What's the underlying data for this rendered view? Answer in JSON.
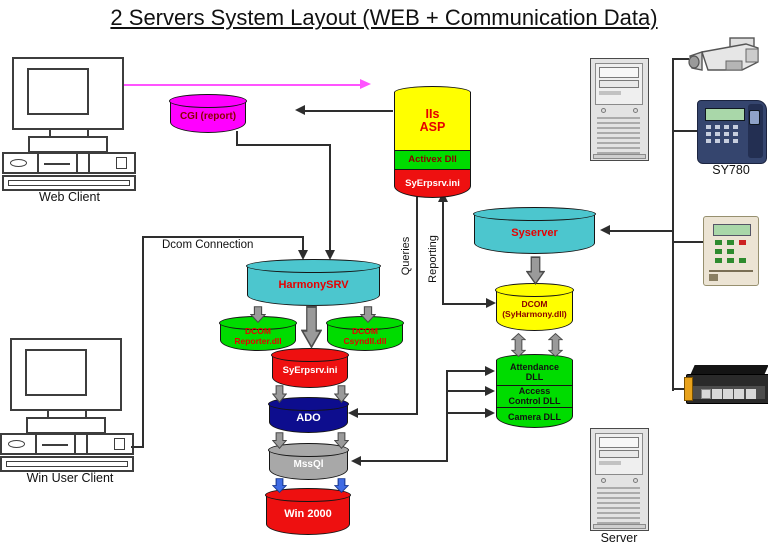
{
  "title": "2 Servers System Layout (WEB + Communication Data)",
  "left_column": {
    "web_client_label": "Web Client",
    "win_user_client_label": "Win User Client"
  },
  "nodes": {
    "cgi": {
      "label": "CGI (report)"
    },
    "iis_stack": {
      "top": "IIs\nASP",
      "middle": "Activex Dll",
      "bottom": "SyErpsrv.ini"
    },
    "harmonysrv": {
      "label": "HarmonySRV"
    },
    "dcom_reporter": {
      "label": "DCOM\nReporter.dll"
    },
    "dcom_csyndll": {
      "label": "DCOM\nCsyndll.dll"
    },
    "syerpsrv_ini": {
      "label": "SyErpsrv.ini"
    },
    "ado": {
      "label": "ADO"
    },
    "mssql": {
      "label": "MssQl"
    },
    "win2000": {
      "label": "Win 2000"
    },
    "syserver": {
      "label": "Syserver"
    },
    "dcom_syharmony": {
      "label": "DCOM\n(SyHarmony.dll)"
    },
    "dll_stack": {
      "attendance": "Attendance\nDLL",
      "access": "Access\nControl DLL",
      "camera": "Camera DLL"
    }
  },
  "edges": {
    "dcom_connection": "Dcom Connection",
    "queries": "Queries",
    "reporting": "Reporting"
  },
  "right_column": {
    "sy780_label": "SY780",
    "server_label": "Server"
  },
  "colors": {
    "magenta": "#ff00ff",
    "yellow": "#ffff00",
    "green": "#00dc00",
    "red": "#ee1010",
    "cyan": "#4cc6ce",
    "navy": "#0d0d8e",
    "gray": "#a8a8a8",
    "blue_arrow": "#3f6be4",
    "line": "#2e2e2e"
  }
}
